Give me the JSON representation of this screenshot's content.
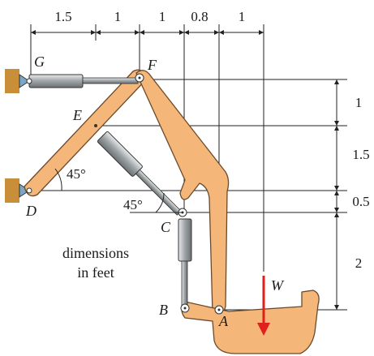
{
  "diagram": {
    "top_dimensions": [
      "1.5",
      "1",
      "1",
      "0.8",
      "1"
    ],
    "right_dimensions": [
      "1",
      "1.5",
      "0.5",
      "2"
    ],
    "point_labels": {
      "G": "G",
      "F": "F",
      "E": "E",
      "D": "D",
      "C": "C",
      "B": "B",
      "A": "A"
    },
    "angles": [
      "45°",
      "45°"
    ],
    "load_label": "W",
    "note_line1": "dimensions",
    "note_line2": "in feet",
    "colors": {
      "link": "#f4b679",
      "outline": "#6b4a2a",
      "wall": "#c98f38",
      "load_arrow": "#e0201b",
      "cylinder": "#9ea3a6"
    }
  }
}
